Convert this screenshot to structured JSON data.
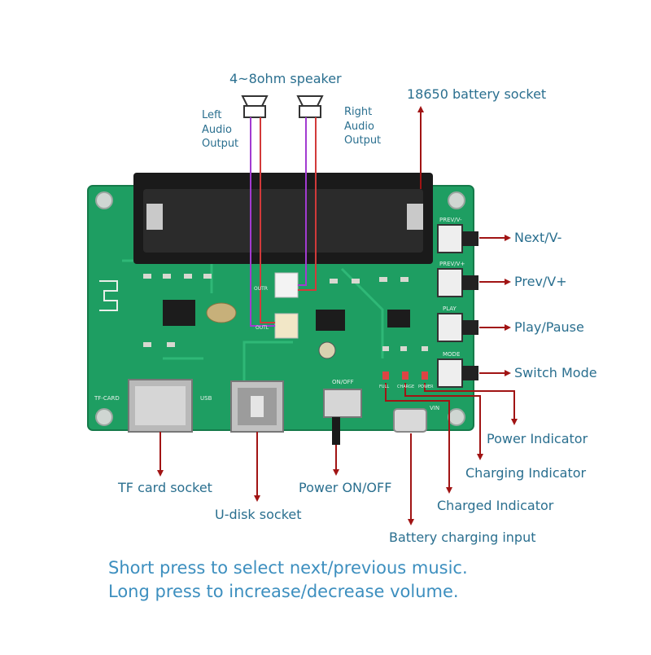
{
  "speaker": {
    "title": "4~8ohm speaker",
    "left_output": "Left Audio Output",
    "right_output": "Right Audio Output"
  },
  "callouts": {
    "battery_socket": "18650 battery socket",
    "next": "Next/V-",
    "prev": "Prev/V+",
    "play": "Play/Pause",
    "mode": "Switch Mode",
    "power_indicator": "Power Indicator",
    "charging_indicator": "Charging Indicator",
    "charged_indicator": "Charged Indicator",
    "charging_input": "Battery charging input",
    "tf_socket": "TF card socket",
    "udisk_socket": "U-disk socket",
    "power_switch": "Power ON/OFF"
  },
  "board": {
    "prev_v": "PREV/V-",
    "prev_vp": "PREV/V+",
    "play": "PLAY",
    "mode": "MODE",
    "tf_card": "TF-CARD",
    "usb": "USB",
    "on_off": "ON/OFF",
    "vin": "VIN",
    "full": "FULL",
    "charge": "CHARGE",
    "power": "POWER",
    "outl": "OUTL",
    "outr": "OUTR"
  },
  "caption": {
    "line1": "Short press to select next/previous music.",
    "line2": "Long press to increase/decrease volume."
  },
  "colors": {
    "label": "#2a6f8f",
    "caption": "#3d8fbf",
    "pcb": "#1e9e62",
    "arrow": "#a11414",
    "wire_purple": "#a23bd1",
    "wire_red": "#d23a3a"
  }
}
